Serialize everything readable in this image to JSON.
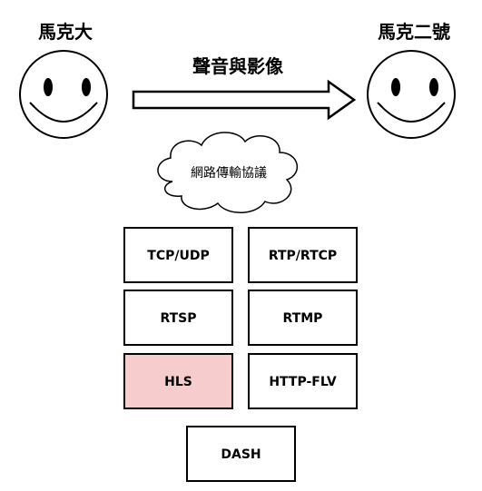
{
  "diagram": {
    "left_person": "馬克大",
    "right_person": "馬克二號",
    "arrow_label": "聲音與影像",
    "cloud_label": "網路傳輸協議",
    "protocols": [
      {
        "label": "TCP/UDP",
        "highlighted": false
      },
      {
        "label": "RTP/RTCP",
        "highlighted": false
      },
      {
        "label": "RTSP",
        "highlighted": false
      },
      {
        "label": "RTMP",
        "highlighted": false
      },
      {
        "label": "HLS",
        "highlighted": true
      },
      {
        "label": "HTTP-FLV",
        "highlighted": false
      },
      {
        "label": "DASH",
        "highlighted": false
      }
    ],
    "highlight_color": "#f6cccc",
    "stroke_color": "#000000"
  }
}
